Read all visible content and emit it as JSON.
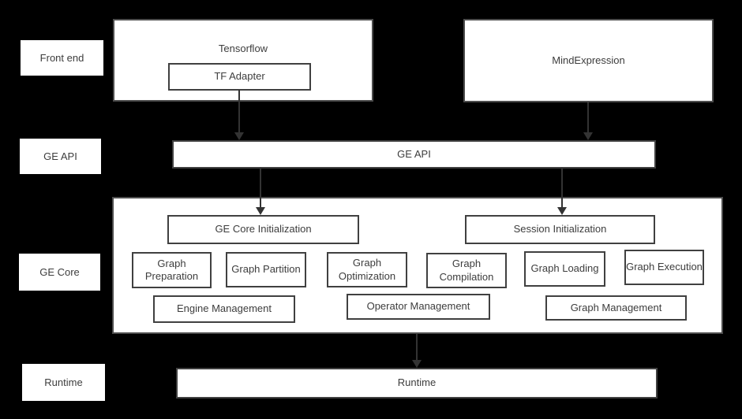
{
  "colors": {
    "background": "#000000",
    "box_fill": "#ffffff",
    "box_border": "#404040",
    "outer_border": "#4d4d4d",
    "text": "#3d3d3d",
    "arrow": "#333333"
  },
  "side_labels": {
    "front_end": "Front end",
    "ge_api": "GE API",
    "ge_core": "GE Core",
    "runtime": "Runtime"
  },
  "front_end": {
    "tensorflow": "Tensorflow",
    "tf_adapter": "TF Adapter",
    "mind_expression": "MindExpression"
  },
  "ge_api_bar": {
    "label": "GE API"
  },
  "ge_core": {
    "init": {
      "core_init": "GE Core Initialization",
      "session_init": "Session Initialization"
    },
    "modules": [
      "Graph Preparation",
      "Graph Partition",
      "Graph Optimization",
      "Graph Compilation",
      "Graph Loading",
      "Graph Execution"
    ],
    "management": [
      "Engine Management",
      "Operator Management",
      "Graph Management"
    ]
  },
  "runtime_bar": {
    "label": "Runtime"
  }
}
